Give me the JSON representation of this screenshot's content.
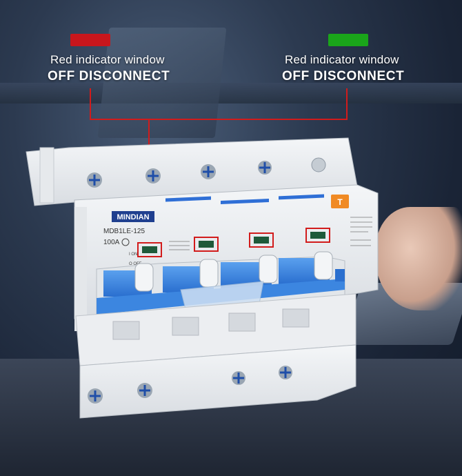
{
  "callouts": {
    "left": {
      "color": "#c8161c",
      "line1": "Red indicator window",
      "line2": "OFF DISCONNECT"
    },
    "right": {
      "color": "#1aa51a",
      "line1": "Red indicator window",
      "line2": "OFF DISCONNECT"
    },
    "leader_color": "#d21b1b"
  },
  "breaker": {
    "brand": "MINDIAN",
    "model": "MDB1LE-125",
    "rating": "100A",
    "test_button": "T",
    "on_mark": "I ON",
    "off_mark": "O OFF",
    "accent_color": "#2f6fd6",
    "icons": [
      "screw-icon",
      "cert-icon",
      "indicator-window-icon",
      "test-button-icon"
    ]
  }
}
